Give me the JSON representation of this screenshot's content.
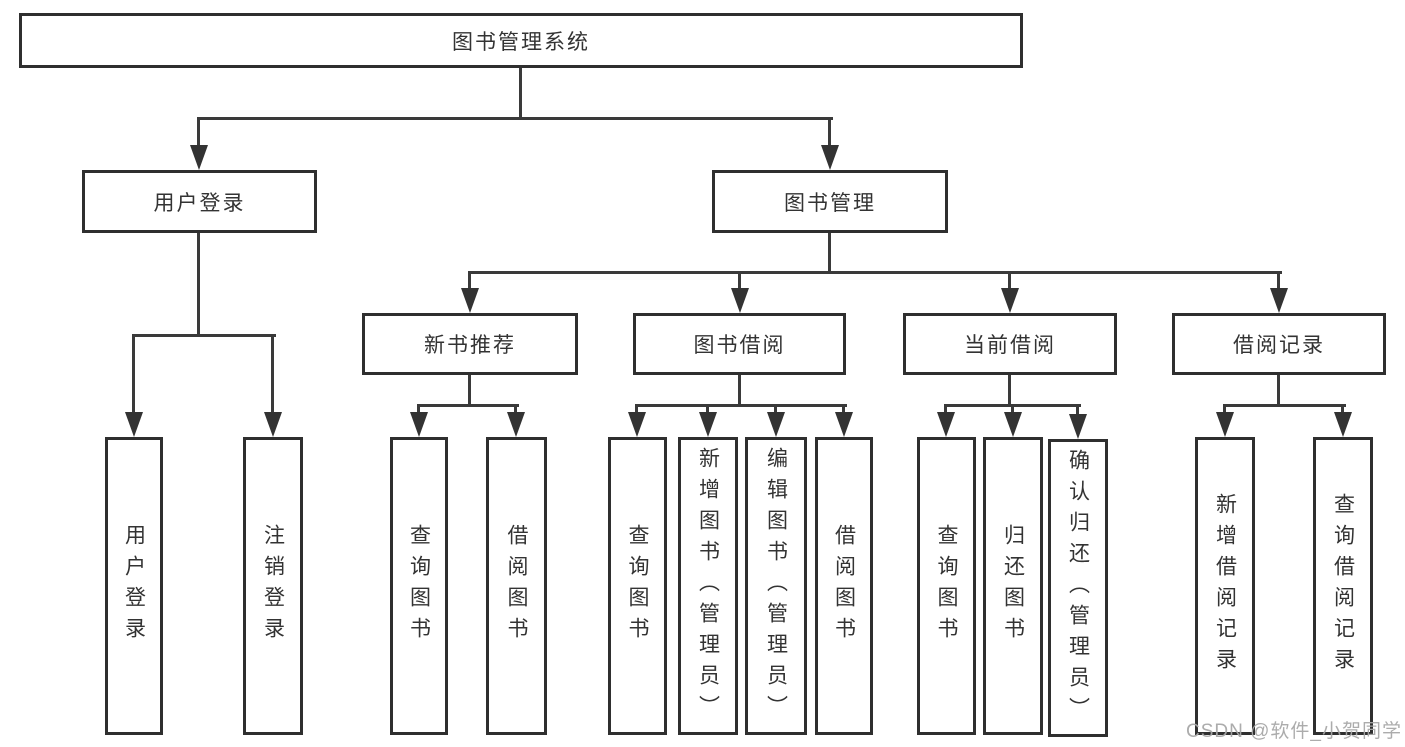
{
  "diagram_title": "图书管理系统",
  "nodes": {
    "root": {
      "label": "图书管理系统"
    },
    "level2": [
      {
        "label": "用户登录",
        "parent": "图书管理系统"
      },
      {
        "label": "图书管理",
        "parent": "图书管理系统"
      }
    ],
    "level3": [
      {
        "label": "新书推荐",
        "parent": "图书管理"
      },
      {
        "label": "图书借阅",
        "parent": "图书管理"
      },
      {
        "label": "当前借阅",
        "parent": "图书管理"
      },
      {
        "label": "借阅记录",
        "parent": "图书管理"
      }
    ],
    "leaves": [
      {
        "label": "用户登录",
        "parent": "用户登录"
      },
      {
        "label": "注销登录",
        "parent": "用户登录"
      },
      {
        "label": "查询图书",
        "parent": "新书推荐"
      },
      {
        "label": "借阅图书",
        "parent": "新书推荐"
      },
      {
        "label": "查询图书",
        "parent": "图书借阅"
      },
      {
        "label": "新增图书（管理员）",
        "parent": "图书借阅"
      },
      {
        "label": "编辑图书（管理员）",
        "parent": "图书借阅"
      },
      {
        "label": "借阅图书",
        "parent": "图书借阅"
      },
      {
        "label": "查询图书",
        "parent": "当前借阅"
      },
      {
        "label": "归还图书",
        "parent": "当前借阅"
      },
      {
        "label": "确认归还（管理员）",
        "parent": "当前借阅"
      },
      {
        "label": "新增借阅记录",
        "parent": "借阅记录"
      },
      {
        "label": "查询借阅记录",
        "parent": "借阅记录"
      }
    ]
  },
  "watermark": {
    "text": "CSDN @软件_小贺同学"
  },
  "colors": {
    "background": "#ffffff",
    "box_border": "#2f2f2f",
    "connector_line": "#3a3a3a",
    "text": "#333333",
    "watermark": "#a8a8a8"
  }
}
